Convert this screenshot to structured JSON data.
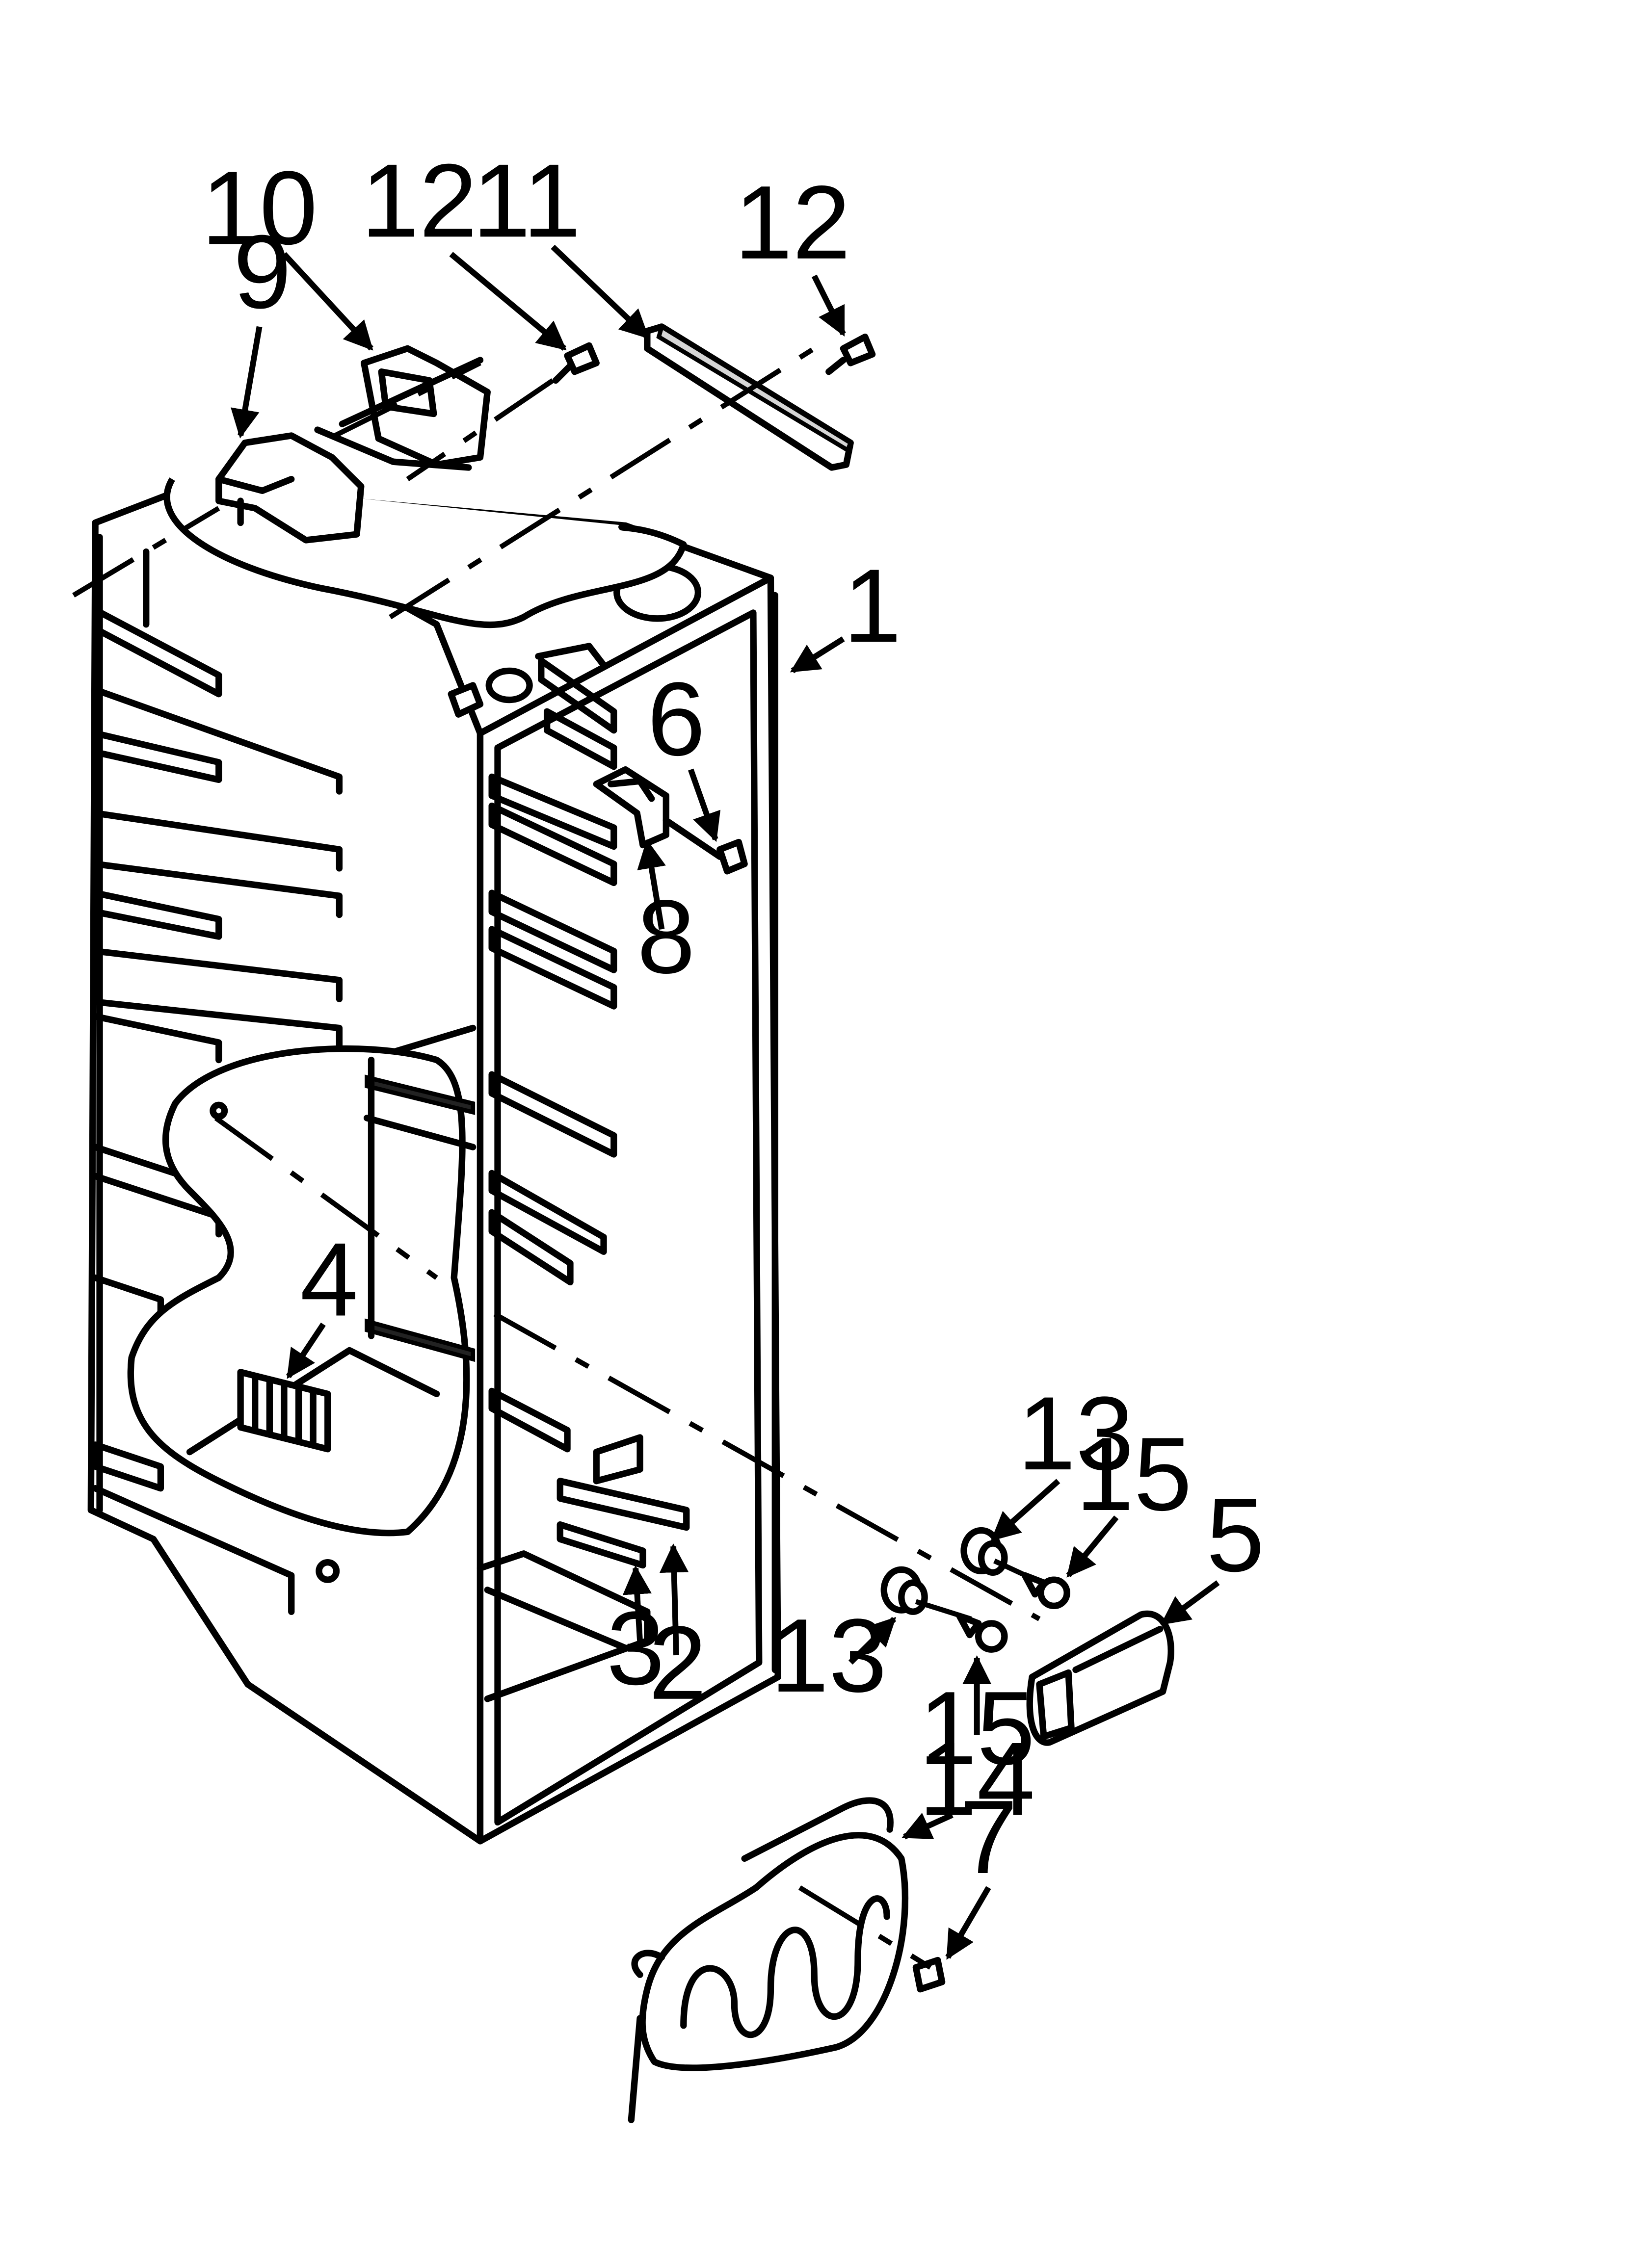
{
  "callouts": [
    {
      "id": "c1",
      "label": "1"
    },
    {
      "id": "c2",
      "label": "2"
    },
    {
      "id": "c3",
      "label": "3"
    },
    {
      "id": "c4",
      "label": "4"
    },
    {
      "id": "c5",
      "label": "5"
    },
    {
      "id": "c6",
      "label": "6"
    },
    {
      "id": "c7",
      "label": "7"
    },
    {
      "id": "c8",
      "label": "8"
    },
    {
      "id": "c9",
      "label": "9"
    },
    {
      "id": "c10",
      "label": "10"
    },
    {
      "id": "c11",
      "label": "11"
    },
    {
      "id": "c12a",
      "label": "12"
    },
    {
      "id": "c12b",
      "label": "12"
    },
    {
      "id": "c13a",
      "label": "13"
    },
    {
      "id": "c13b",
      "label": "13"
    },
    {
      "id": "c14",
      "label": "14"
    },
    {
      "id": "c15a",
      "label": "15"
    },
    {
      "id": "c15b",
      "label": "15"
    }
  ]
}
